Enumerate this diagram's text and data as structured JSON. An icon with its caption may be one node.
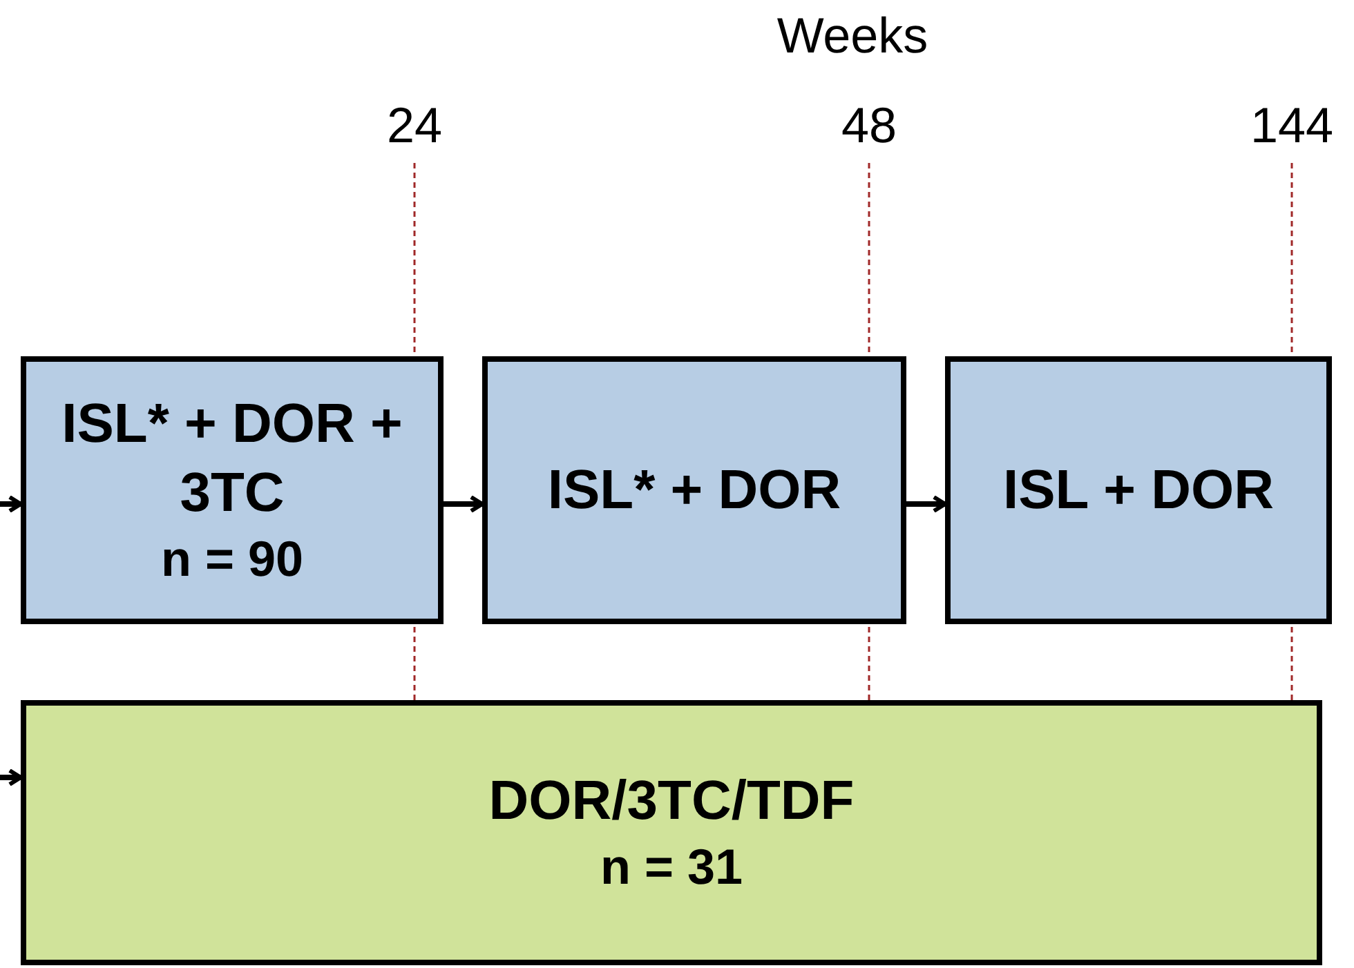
{
  "diagram": {
    "nodes": [
      {
        "text": [
          "ISL* + DOR + 3TC",
          "n = 90"
        ]
      },
      {
        "text": [
          "ISL* + DOR"
        ]
      },
      {
        "text": [
          "ISL + DOR"
        ]
      },
      {
        "text": [
          "DOR/3TC/TDF",
          "n = 31"
        ]
      }
    ],
    "edges": [
      {
        "from": null,
        "to": 0,
        "arrow": "to"
      },
      {
        "from": 0,
        "to": 1,
        "arrow": "to"
      },
      {
        "from": 1,
        "to": 2,
        "arrow": "to"
      },
      {
        "from": null,
        "to": 3,
        "arrow": "to"
      }
    ],
    "labels": [
      "Weeks",
      "24",
      "48",
      "144"
    ]
  }
}
